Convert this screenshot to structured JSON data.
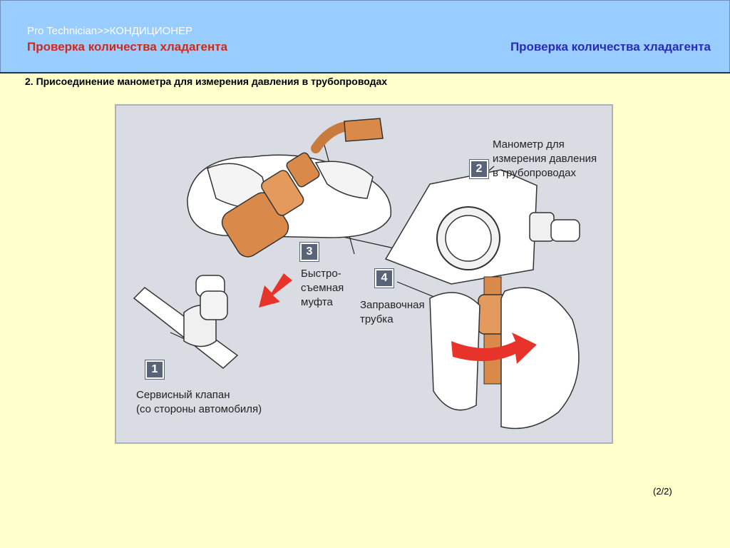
{
  "header": {
    "brand": "Pro  Technician>>КОНДИЦИОНЕР",
    "title_left": "Проверка количества хладагента",
    "title_right": "Проверка количества хладагента"
  },
  "subtitle": "2. Присоединение манометра для измерения давления в трубопроводах",
  "figure": {
    "callouts": [
      {
        "number": "1",
        "lines": [
          "Сервисный клапан",
          "(со стороны автомобиля)"
        ]
      },
      {
        "number": "2",
        "lines": [
          "Манометр для",
          "измерения давления",
          "в трубопроводах"
        ]
      },
      {
        "number": "3",
        "lines": [
          "Быстро-",
          "съемная",
          "муфта"
        ]
      },
      {
        "number": "4",
        "lines": [
          "Заправочная",
          "трубка"
        ]
      }
    ]
  },
  "footer": {
    "page_counter": "(2/2)"
  },
  "colors": {
    "background": "#ffffcc",
    "header_bg": "#99ccff",
    "title_left": "#cc2a1a",
    "title_right": "#2a2ab8",
    "figure_bg": "#d9dde3",
    "copper": "#d9894a",
    "arrow_red": "#e8332a",
    "badge": "#5a6478"
  }
}
